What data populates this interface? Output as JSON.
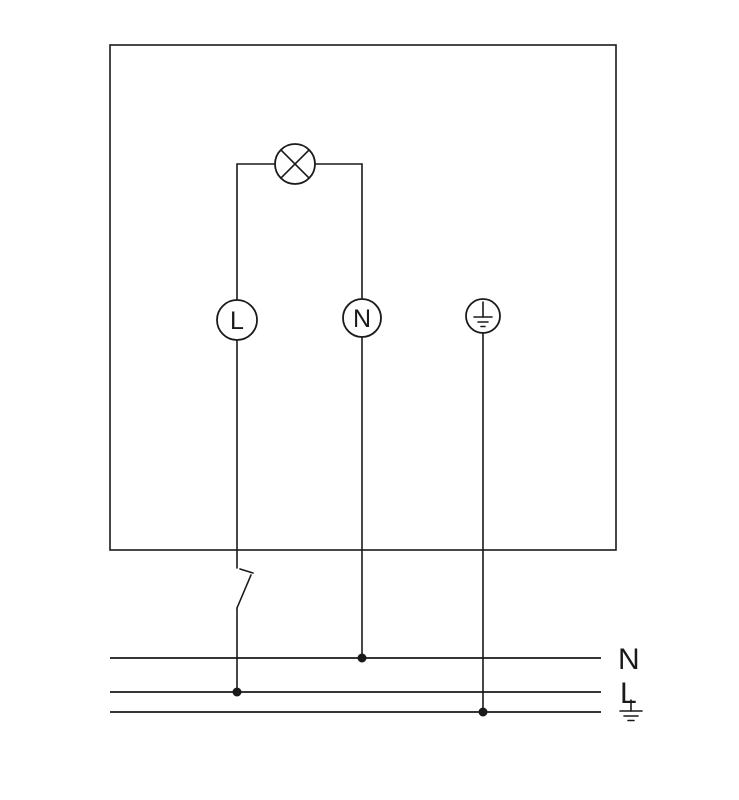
{
  "diagram": {
    "kind": "electrical-wiring-diagram",
    "colors": {
      "stroke": "#1a1a1a",
      "background": "#ffffff"
    },
    "device": {
      "lamp_icon": "lamp-cross-circle-icon",
      "terminals": {
        "live_label": "L",
        "neutral_label": "N",
        "earth_icon": "earth-symbol-icon"
      }
    },
    "switch_icon": "single-pole-switch-icon",
    "bus": {
      "neutral_label": "N",
      "live_label": "L",
      "earth_icon": "earth-symbol-icon"
    }
  }
}
